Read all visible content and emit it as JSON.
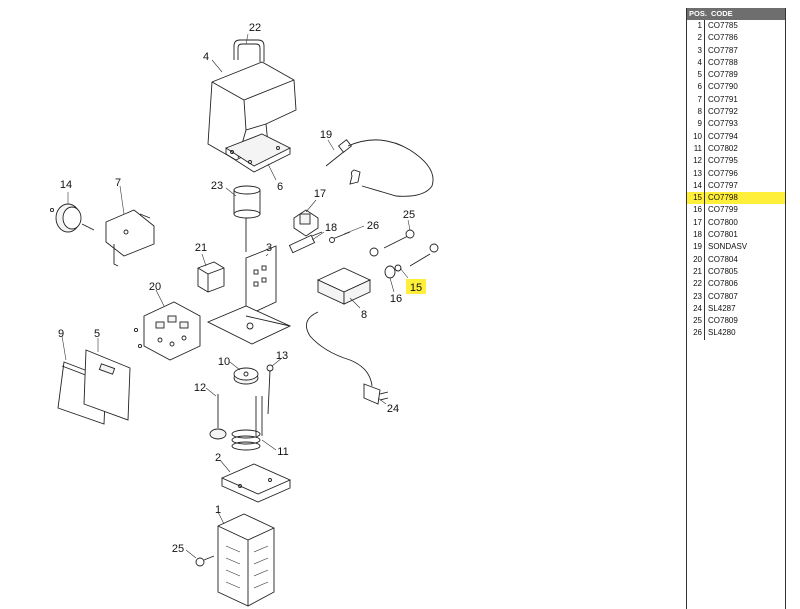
{
  "table": {
    "header": {
      "pos": "POS.",
      "code": "CODE"
    },
    "rows": [
      {
        "pos": "1",
        "code": "CO7785"
      },
      {
        "pos": "2",
        "code": "CO7786"
      },
      {
        "pos": "3",
        "code": "CO7787"
      },
      {
        "pos": "4",
        "code": "CO7788"
      },
      {
        "pos": "5",
        "code": "CO7789"
      },
      {
        "pos": "6",
        "code": "CO7790"
      },
      {
        "pos": "7",
        "code": "CO7791"
      },
      {
        "pos": "8",
        "code": "CO7792"
      },
      {
        "pos": "9",
        "code": "CO7793"
      },
      {
        "pos": "10",
        "code": "CO7794"
      },
      {
        "pos": "11",
        "code": "CO7802"
      },
      {
        "pos": "12",
        "code": "CO7795"
      },
      {
        "pos": "13",
        "code": "CO7796"
      },
      {
        "pos": "14",
        "code": "CO7797"
      },
      {
        "pos": "15",
        "code": "CO7798",
        "highlight": true
      },
      {
        "pos": "16",
        "code": "CO7799"
      },
      {
        "pos": "17",
        "code": "CO7800"
      },
      {
        "pos": "18",
        "code": "CO7801"
      },
      {
        "pos": "19",
        "code": "SONDASV"
      },
      {
        "pos": "20",
        "code": "CO7804"
      },
      {
        "pos": "21",
        "code": "CO7805"
      },
      {
        "pos": "22",
        "code": "CO7806"
      },
      {
        "pos": "23",
        "code": "CO7807"
      },
      {
        "pos": "24",
        "code": "SL4287"
      },
      {
        "pos": "25",
        "code": "CO7809"
      },
      {
        "pos": "26",
        "code": "SL4280"
      }
    ],
    "highlight_color": "#ffef3a"
  },
  "diagram": {
    "callouts": [
      {
        "id": "c22",
        "label": "22"
      },
      {
        "id": "c4",
        "label": "4"
      },
      {
        "id": "c19",
        "label": "19"
      },
      {
        "id": "c6",
        "label": "6"
      },
      {
        "id": "c14",
        "label": "14"
      },
      {
        "id": "c7",
        "label": "7"
      },
      {
        "id": "c23",
        "label": "23"
      },
      {
        "id": "c17",
        "label": "17"
      },
      {
        "id": "c25a",
        "label": "25"
      },
      {
        "id": "c18",
        "label": "18"
      },
      {
        "id": "c26",
        "label": "26"
      },
      {
        "id": "c21",
        "label": "21"
      },
      {
        "id": "c3",
        "label": "3"
      },
      {
        "id": "c15",
        "label": "15",
        "highlight": true
      },
      {
        "id": "c16",
        "label": "16"
      },
      {
        "id": "c20",
        "label": "20"
      },
      {
        "id": "c8",
        "label": "8"
      },
      {
        "id": "c9",
        "label": "9"
      },
      {
        "id": "c5",
        "label": "5"
      },
      {
        "id": "c10",
        "label": "10"
      },
      {
        "id": "c13",
        "label": "13"
      },
      {
        "id": "c12",
        "label": "12"
      },
      {
        "id": "c24",
        "label": "24"
      },
      {
        "id": "c11",
        "label": "11"
      },
      {
        "id": "c2",
        "label": "2"
      },
      {
        "id": "c1",
        "label": "1"
      },
      {
        "id": "c25b",
        "label": "25"
      }
    ]
  }
}
